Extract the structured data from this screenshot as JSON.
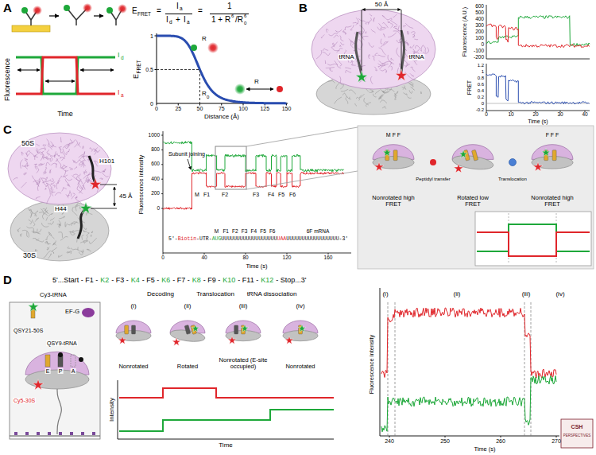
{
  "diagram": {
    "nodes": [
      {
        "text": [
          "Nonrotated high FRET"
        ]
      },
      {
        "text": [
          "Rotated low FRET"
        ]
      },
      {
        "text": [
          "Nonrotated high FRET"
        ]
      },
      {
        "text": [
          "(i)",
          "Nonrotated"
        ]
      },
      {
        "text": [
          "(ii)",
          "Rotated"
        ]
      },
      {
        "text": [
          "(iii)",
          "Nonrotated (E-site occupied)"
        ]
      },
      {
        "text": [
          "(iv)",
          "Nonrotated"
        ]
      }
    ],
    "labels": [
      "A",
      "Fluorescence",
      "Time",
      "I",
      "d",
      "I",
      "a",
      "E",
      "FRET",
      "=",
      "I",
      "a",
      "I",
      "d",
      "+",
      "I",
      "a",
      "=",
      "1",
      "1 + R",
      "6",
      "/R",
      "0",
      "6",
      "E",
      "FRET",
      "1",
      "0.5",
      "0",
      "0",
      "25",
      "50",
      "75",
      "100",
      "125",
      "150",
      "Distance (Å)",
      "R",
      "R",
      "R",
      "0",
      "B",
      "50 Å",
      "tRNA",
      "tRNA",
      "Fluorescence (A.U.)",
      "600",
      "500",
      "400",
      "300",
      "200",
      "100",
      "0",
      "-100",
      "-200",
      "FRET",
      "1.2",
      "1",
      "0.8",
      "0.6",
      "0.4",
      "0.2",
      "0",
      "-0.2",
      "0",
      "10",
      "20",
      "30",
      "40",
      "Time (s)",
      "C",
      "50S",
      "H101",
      "45 Å",
      "H44",
      "30S",
      "Fluorescence intensity",
      "1000",
      "800",
      "600",
      "400",
      "200",
      "0",
      "0",
      "40",
      "80",
      "120",
      "160",
      "Time (s)",
      "Subunit joining",
      "M",
      "F1",
      "F2",
      "F3",
      "F4",
      "F5",
      "F6",
      "5'-",
      "Biotin",
      "-UTR-",
      "AUG",
      "UUUUUUUUUUUUUUUUUU",
      "UAA",
      "UUUUUUUUUUUUUUUUU-3'",
      "M",
      "F1",
      "F2",
      "F3",
      "F4",
      "F5",
      "F6",
      "6F mRNA",
      "M F F",
      "F F F",
      "Peptidyl transfer",
      "Translocation",
      "D",
      "5'...Start - F1 -",
      "K2",
      "- F3 -",
      "K4",
      "- F5 -",
      "K6",
      "- F7 -",
      "K8",
      "- F9 -",
      "K10",
      "- F11 -",
      "K12",
      "- Stop...3'",
      "Cy3-tRNA",
      "EF-G",
      "QSY21-50S",
      "QSY9-tRNA",
      "E",
      "P",
      "A",
      "Cy5-30S",
      "Decoding",
      "Translocation",
      "tRNA dissociation",
      "Intensity",
      "Time",
      "Fluorescence intensity",
      "240",
      "250",
      "260",
      "270",
      "Time (s)",
      "(i)",
      "(ii)",
      "(iii)",
      "(iv)",
      "CSH",
      "PERSPECTIVES"
    ]
  }
}
